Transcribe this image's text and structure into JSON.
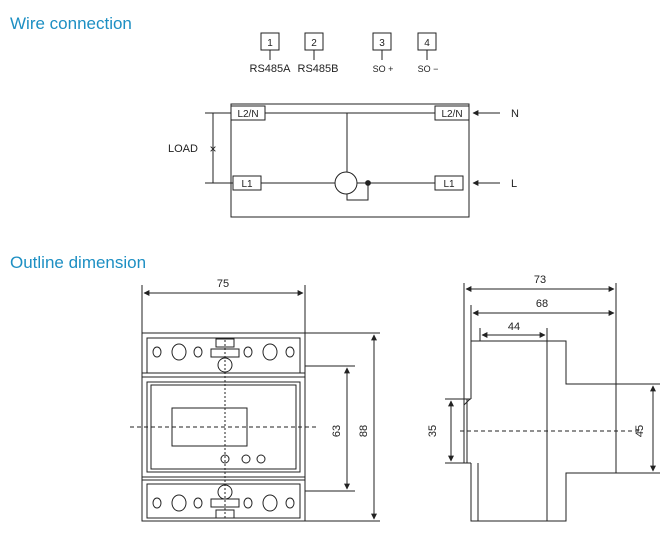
{
  "sections": {
    "wire_title": "Wire connection",
    "outline_title": "Outline dimension"
  },
  "wire_diagram": {
    "terminals": [
      {
        "num": "1",
        "label": "RS485A"
      },
      {
        "num": "2",
        "label": "RS485B"
      },
      {
        "num": "3",
        "label": "SO +"
      },
      {
        "num": "4",
        "label": "SO −"
      }
    ],
    "box_labels": {
      "l2n_left": "L2/N",
      "l2n_right": "L2/N",
      "l1_left": "L1",
      "l1_right": "L1"
    },
    "load_label": "LOAD",
    "load_mark": "×",
    "n_label": "N",
    "l_label": "L"
  },
  "outline": {
    "front_width": "75",
    "front_height_total": "88",
    "front_height_inner": "63",
    "side_width_total": "73",
    "side_width_mid": "68",
    "side_width_small": "44",
    "side_height_left": "35",
    "side_height_right": "45"
  }
}
